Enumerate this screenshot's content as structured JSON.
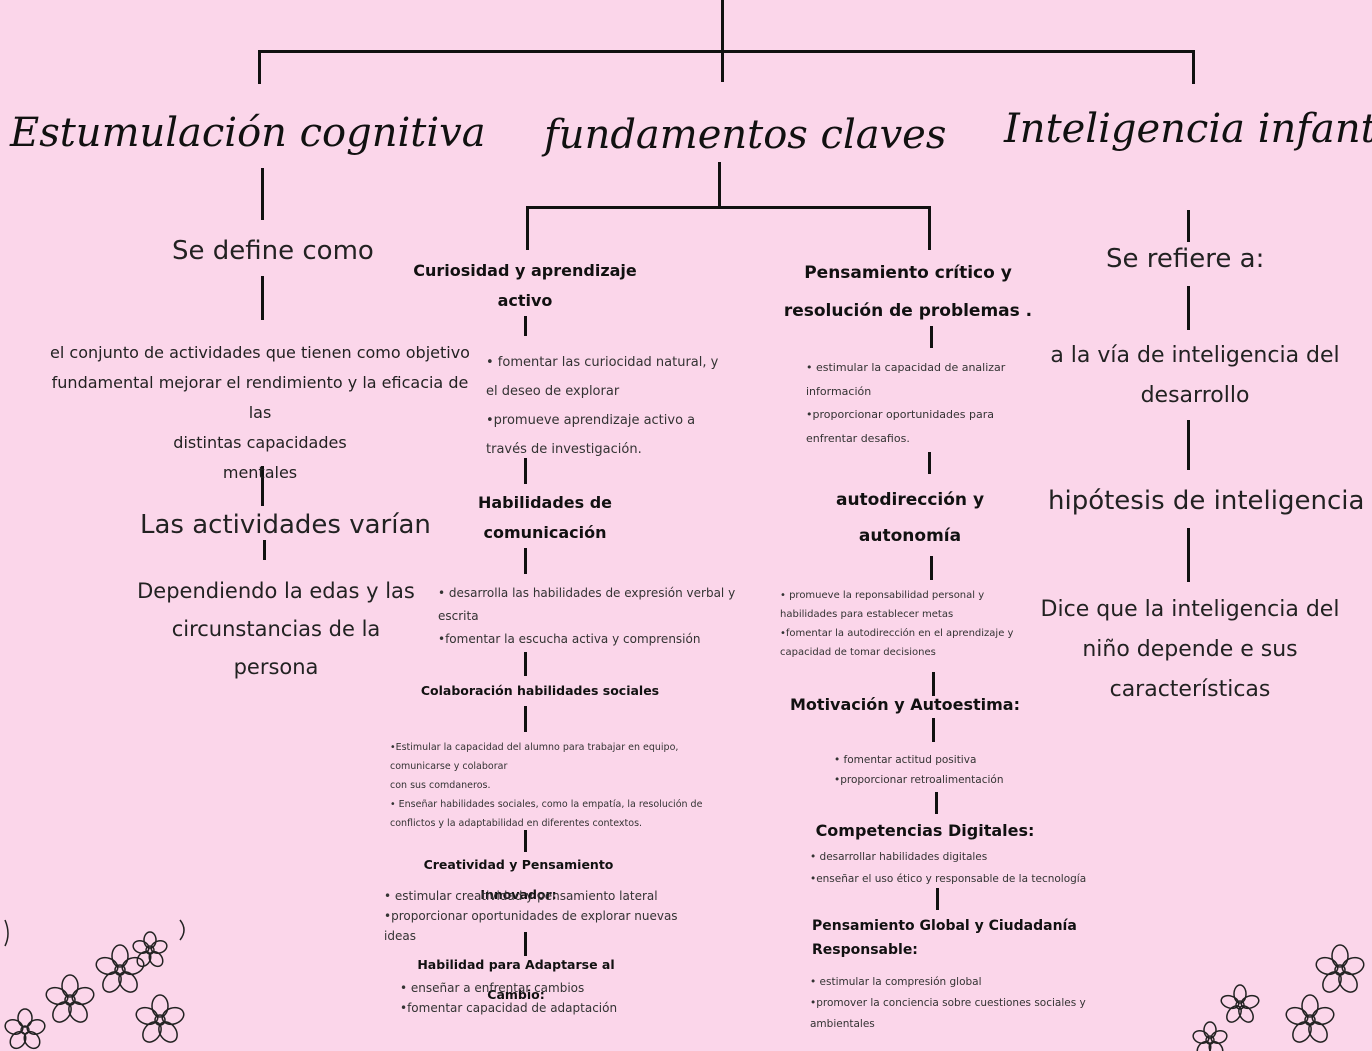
{
  "headings": {
    "left": "Estumulación cognitiva",
    "center": "fundamentos claves",
    "right": "Inteligencia infantil"
  },
  "left": {
    "define": "Se define como",
    "definition": [
      "el conjunto de actividades que tienen como objetivo",
      "fundamental mejorar el rendimiento y la eficacia de las",
      "distintas capacidades",
      "mentales"
    ],
    "vary": "Las actividades varían",
    "depends": [
      "Dependiendo la edas y las",
      "circunstancias de la",
      "persona"
    ]
  },
  "center_left": {
    "curiosidad_title": [
      "Curiosidad y aprendizaje",
      "activo"
    ],
    "curiosidad_items": [
      "• fomentar las curiocidad natural, y",
      "el deseo de explorar",
      "•promueve aprendizaje activo a",
      "través de investigación."
    ],
    "comunicacion_title": [
      "Habilidades de",
      "comunicación"
    ],
    "comunicacion_items": [
      "• desarrolla las habilidades de expresión verbal y",
      "escrita",
      "•fomentar la escucha activa y comprensión"
    ],
    "colaboracion_title": "Colaboración  habilidades sociales",
    "colaboracion_items": [
      "•Estimular la capacidad del alumno para trabajar en equipo,",
      "comunicarse y colaborar",
      "con sus comdaneros.",
      "• Enseñar habilidades sociales, como la empatía, la resolución de",
      "conflictos y la adaptabilidad en diferentes contextos."
    ],
    "creatividad_title": "Creatividad y Pensamiento Innovador:",
    "creatividad_items": [
      "• estimular creatividad y pensamiento lateral",
      "•proporcionar oportunidades de explorar nuevas",
      "ideas"
    ],
    "adaptarse_title": "Habilidad para Adaptarse al Cambio:",
    "adaptarse_items": [
      "• enseñar a enfrentar cambios",
      "•fomentar capacidad de adaptación"
    ]
  },
  "center_right": {
    "pensamiento_title": [
      "Pensamiento crítico y",
      "resolución de problemas ."
    ],
    "pensamiento_items": [
      "• estimular la capacidad de analizar",
      "información",
      "•proporcionar oportunidades para",
      "enfrentar desafios."
    ],
    "autodireccion_title": [
      "autodirección y",
      "autonomía"
    ],
    "autodireccion_items": [
      "• promueve la reponsabilidad personal y",
      "habilidades para establecer metas",
      "•fomentar la autodirección en el aprendizaje y",
      "capacidad de tomar decisiones"
    ],
    "motivacion_title": "Motivación y Autoestima:",
    "motivacion_items": [
      "• fomentar actitud positiva",
      "•proporcionar retroalimentación"
    ],
    "digitales_title": "Competencias Digitales:",
    "digitales_items": [
      "• desarrollar habilidades digitales",
      "•enseñar el uso ético y responsable de la tecnología"
    ],
    "global_title": [
      "Pensamiento Global y Ciudadanía",
      "Responsable:"
    ],
    "global_items": [
      "• estimular la compresión global",
      "•promover la conciencia sobre cuestiones sociales y",
      "ambientales"
    ]
  },
  "right": {
    "refiere": "Se refiere a:",
    "via": [
      "a la vía de inteligencia del",
      "desarrollo"
    ],
    "hipotesis": "hipótesis de inteligencia",
    "dice": [
      "Dice que la inteligencia del",
      "niño depende e sus",
      "características"
    ]
  },
  "colors": {
    "background": "#fbd6ea",
    "lines": "#111111"
  }
}
